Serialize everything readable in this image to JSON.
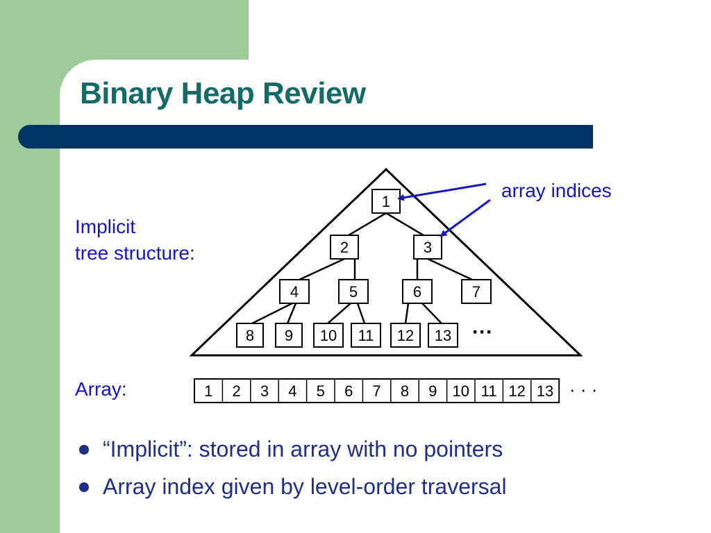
{
  "slide": {
    "title": "Binary Heap Review",
    "colors": {
      "green_bar": "#9dcb9a",
      "navy_bar": "#003366",
      "title": "#136a66",
      "labels": "#1515c8",
      "bullets": "#1e2e8a"
    }
  },
  "diagram": {
    "implicit_label_line1": "Implicit",
    "implicit_label_line2": "tree structure:",
    "array_indices_label": "array indices",
    "tree_nodes": [
      "1",
      "2",
      "3",
      "4",
      "5",
      "6",
      "7",
      "8",
      "9",
      "10",
      "11",
      "12",
      "13"
    ],
    "tree_ellipsis": "···",
    "array_label": "Array:",
    "array_cells": [
      "1",
      "2",
      "3",
      "4",
      "5",
      "6",
      "7",
      "8",
      "9",
      "10",
      "11",
      "12",
      "13"
    ],
    "array_ellipsis": "· · ·"
  },
  "bullets": [
    "“Implicit”: stored in array with no pointers",
    "Array index given by level-order traversal"
  ]
}
